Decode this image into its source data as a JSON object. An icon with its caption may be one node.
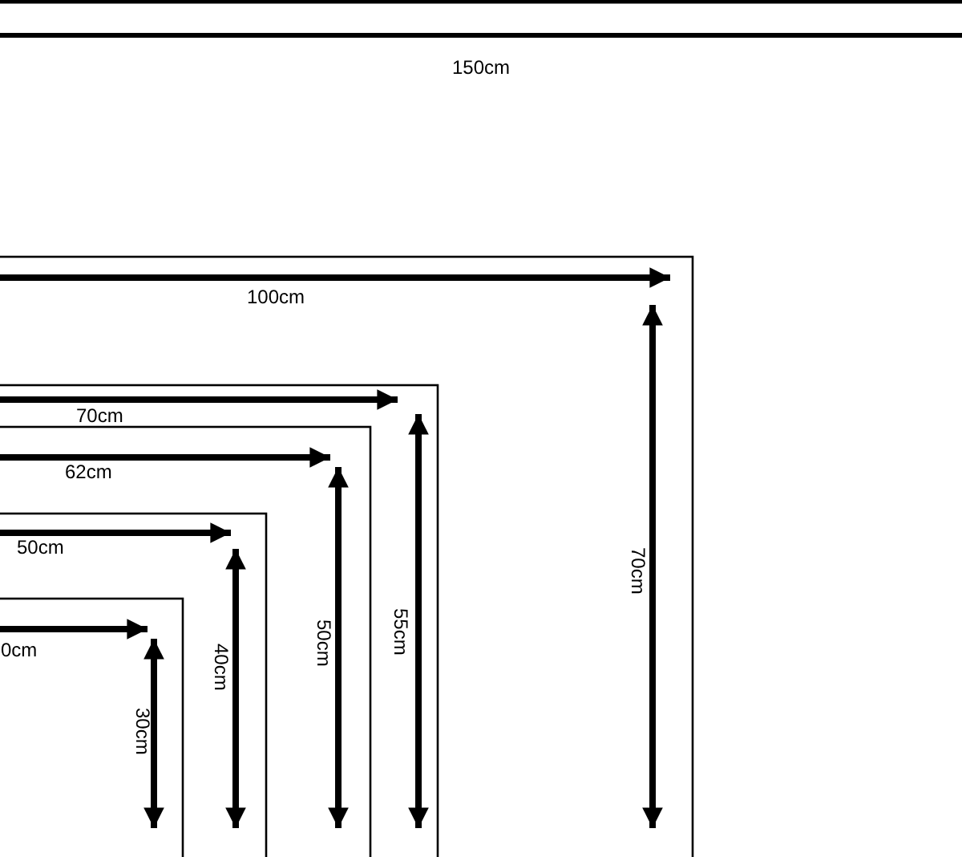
{
  "diagram": {
    "labels": [
      "150cm",
      "100cm",
      "70cm",
      "62cm",
      "50cm",
      "0cm",
      "70cm",
      "55cm",
      "50cm",
      "40cm",
      "30cm"
    ]
  }
}
